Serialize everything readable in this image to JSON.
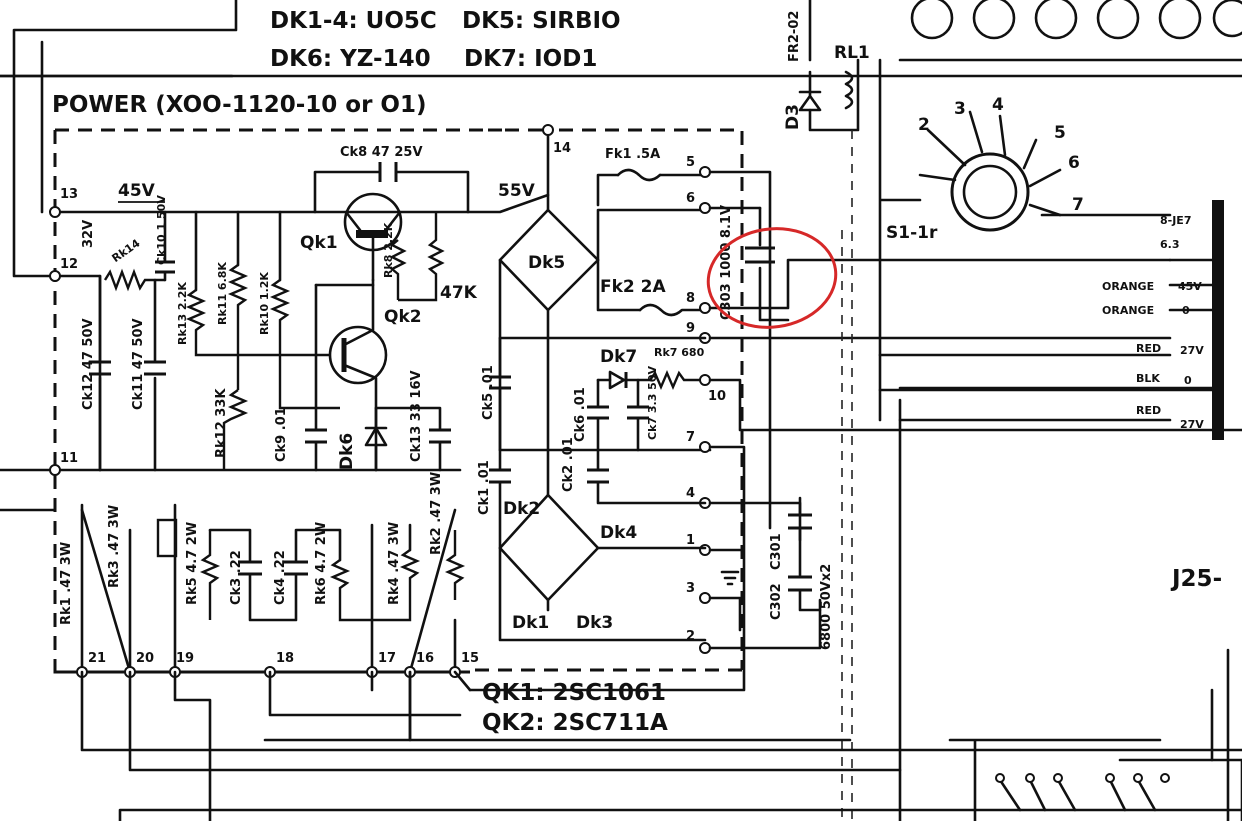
{
  "header": {
    "line1_left": "DK1-4: UO5C",
    "line1_right": "DK5: SIRBIO",
    "line2_left": "DK6: YZ-140",
    "line2_right": "DK7: IOD1"
  },
  "block_title": "POWER (XOO-1120-10 or O1)",
  "footer": {
    "qk1": "QK1: 2SC1061",
    "qk2": "QK2: 2SC711A"
  },
  "labels": {
    "d3": "D3",
    "fr2": "FR2-02",
    "rl1": "RL1",
    "s1": "S1-1r",
    "j25": "J25-",
    "ck8": "Ck8 47 25V",
    "v45": "45V",
    "v55": "55V",
    "v32": "32V",
    "qk1": "Qk1",
    "qk2": "Qk2",
    "dk5": "Dk5",
    "dk6": "Dk6",
    "dk7": "Dk7",
    "dk1": "Dk1",
    "dk2": "Dk2",
    "dk3": "Dk3",
    "dk4": "Dk4",
    "fk1": "Fk1  .5A",
    "fk2": "Fk2  2A",
    "rk7": "Rk7 680",
    "rk8": "Rk8 2.2K",
    "r47k": "47K",
    "rk14": "Rk14",
    "ck10": "Ck10 1 50V",
    "rk13": "Rk13 2.2K",
    "rk11": "Rk11 6.8K",
    "rk10": "Rk10 1.2K",
    "rk12": "Rk12 33K",
    "ck12": "Ck12 47 50V",
    "ck11": "Ck11 47 50V",
    "ck9": "Ck9 .01",
    "ck13": "Ck13 33 16V",
    "ck5": "Ck5 .01",
    "ck6": "Ck6 .01",
    "ck7": "Ck7 3.3 50V",
    "ck1": "Ck1 .01",
    "ck2": "Ck2 .01",
    "c303": "C303 1000 8.1V",
    "c301": "C301",
    "c302": "C302",
    "c30x": "6800 50Vx2",
    "rk1": "Rk1 .47 3W",
    "rk3": "Rk3 .47 3W",
    "rk5": "Rk5 4.7 2W",
    "ck3": "Ck3 .22",
    "ck4": "Ck4 .22",
    "rk6": "Rk6 4.7 2W",
    "rk4": "Rk4 .47 3W",
    "rk2": "Rk2 .47 3W"
  },
  "pins": {
    "p1": "1",
    "p2": "2",
    "p3": "3",
    "p4": "4",
    "p5": "5",
    "p6": "6",
    "p7": "7",
    "p8": "8",
    "p9": "9",
    "p10": "10",
    "p11": "11",
    "p12": "12",
    "p13": "13",
    "p14": "14",
    "p15": "15",
    "p16": "16",
    "p17": "17",
    "p18": "18",
    "p19": "19",
    "p20": "20",
    "p21": "21",
    "sw2": "2",
    "sw3": "3",
    "sw4": "4",
    "sw5": "5",
    "sw6": "6",
    "sw7": "7"
  },
  "transformer": [
    {
      "wire": "8-JE7",
      "volt": "6.3",
      "name": "ORANGE",
      "v": "45V"
    },
    {
      "name": "ORANGE",
      "v": "0"
    },
    {
      "name": "RED",
      "v": "27V"
    },
    {
      "name": "BLK",
      "v": "0"
    },
    {
      "name": "RED",
      "v": "27V"
    }
  ],
  "annotation": {
    "highlight_color": "#d62828",
    "target": "C303"
  },
  "colors": {
    "ink": "#111111",
    "paper": "#ffffff",
    "highlight": "#d62828"
  }
}
